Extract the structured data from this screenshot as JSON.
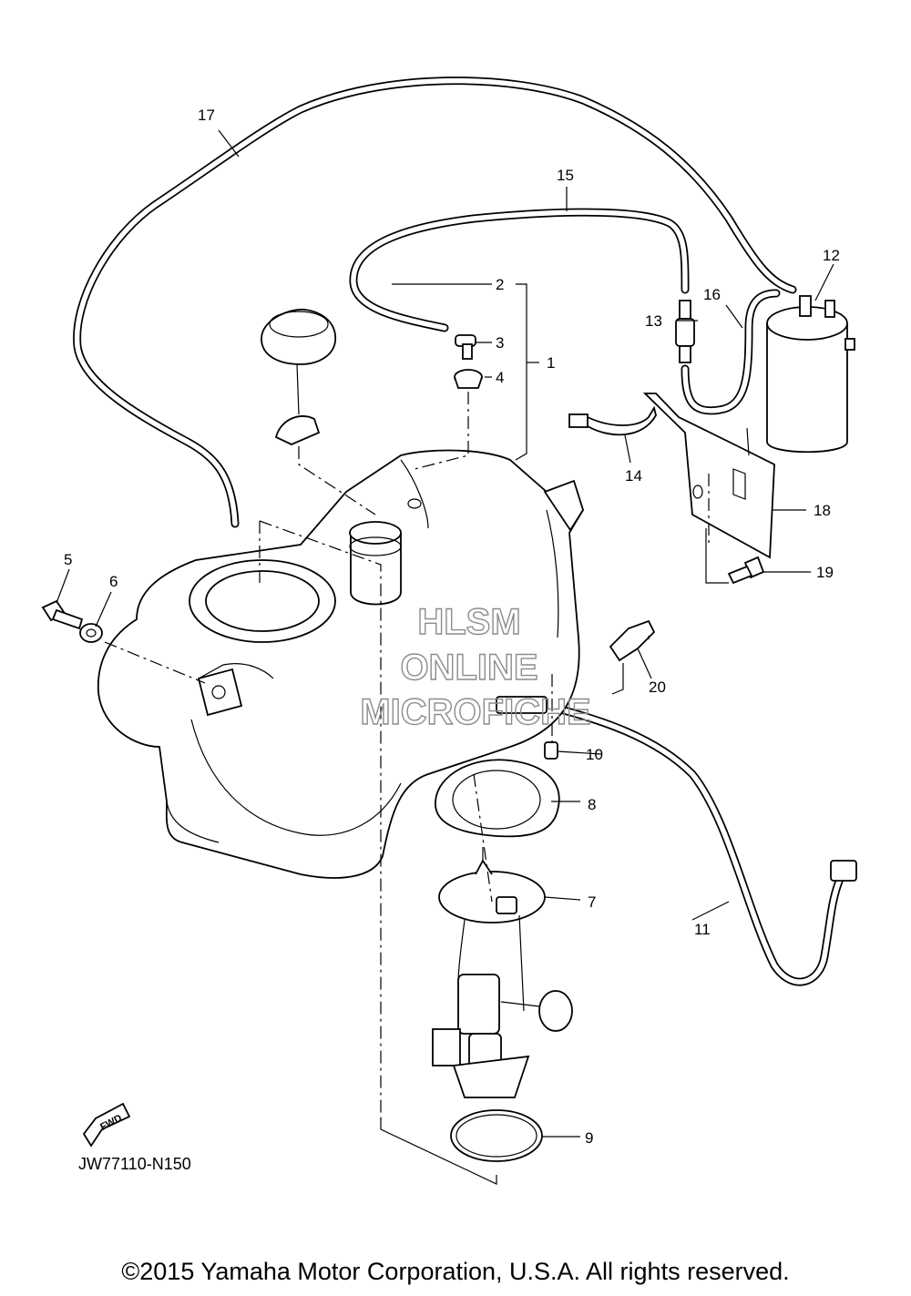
{
  "diagram": {
    "callouts": [
      "1",
      "2",
      "3",
      "4",
      "5",
      "6",
      "7",
      "8",
      "9",
      "10",
      "11",
      "12",
      "13",
      "14",
      "15",
      "16",
      "17",
      "18",
      "19",
      "20"
    ],
    "fwd_label": "FWD",
    "diagram_code": "JW77110-N150",
    "copyright": "©2015 Yamaha Motor Corporation, U.S.A. All rights reserved."
  },
  "watermark": {
    "line1": "HLSM",
    "line2": "ONLINE",
    "line3": "MICROFICHE",
    "color": "#8c8c8c"
  }
}
